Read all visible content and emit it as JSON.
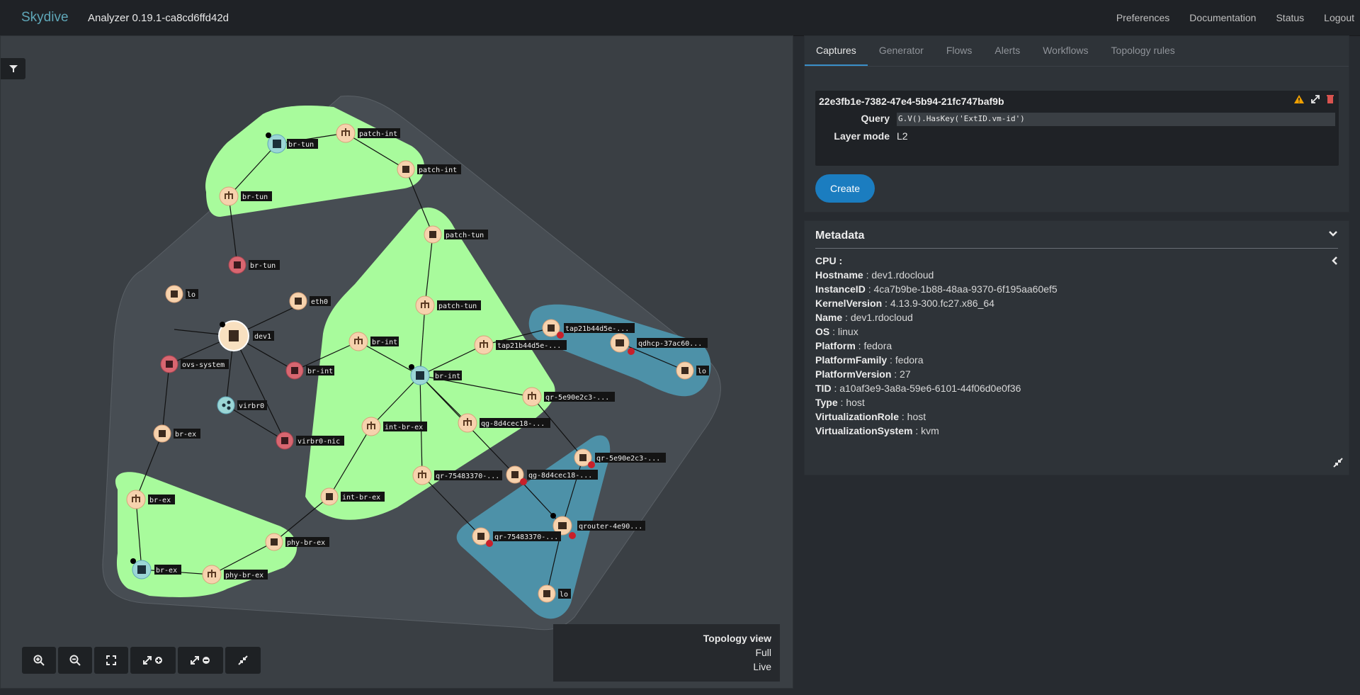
{
  "navbar": {
    "brand": "Skydive",
    "version": "Analyzer 0.19.1-ca8cd6ffd42d",
    "links": [
      "Preferences",
      "Documentation",
      "Status",
      "Logout"
    ]
  },
  "topology": {
    "nodes": [
      {
        "label": "br-tun",
        "icon": "bridge-icon"
      },
      {
        "label": "patch-int",
        "icon": "switch-icon"
      },
      {
        "label": "patch-int",
        "icon": "interface-icon"
      },
      {
        "label": "br-tun",
        "icon": "switch-icon"
      },
      {
        "label": "br-tun",
        "icon": "interface-icon"
      },
      {
        "label": "lo",
        "icon": "interface-icon"
      },
      {
        "label": "eth0",
        "icon": "interface-icon"
      },
      {
        "label": "dev1",
        "icon": "host-icon"
      },
      {
        "label": "ovs-system",
        "icon": "interface-icon"
      },
      {
        "label": "virbr0",
        "icon": "share-icon"
      },
      {
        "label": "virbr0-nic",
        "icon": "interface-icon"
      },
      {
        "label": "br-ex",
        "icon": "interface-icon"
      },
      {
        "label": "br-ex",
        "icon": "switch-icon"
      },
      {
        "label": "br-ex",
        "icon": "bridge-icon"
      },
      {
        "label": "phy-br-ex",
        "icon": "switch-icon"
      },
      {
        "label": "phy-br-ex",
        "icon": "interface-icon"
      },
      {
        "label": "patch-tun",
        "icon": "interface-icon"
      },
      {
        "label": "patch-tun",
        "icon": "switch-icon"
      },
      {
        "label": "br-int",
        "icon": "switch-icon"
      },
      {
        "label": "br-int",
        "icon": "interface-icon"
      },
      {
        "label": "br-int",
        "icon": "bridge-icon"
      },
      {
        "label": "tap21b44d5e-...",
        "icon": "switch-icon"
      },
      {
        "label": "tap21b44d5e-...",
        "icon": "interface-icon"
      },
      {
        "label": "qdhcp-37ac60...",
        "icon": "namespace-icon"
      },
      {
        "label": "lo",
        "icon": "interface-icon"
      },
      {
        "label": "qr-5e90e2c3-...",
        "icon": "switch-icon"
      },
      {
        "label": "qg-8d4cec18-...",
        "icon": "switch-icon"
      },
      {
        "label": "int-br-ex",
        "icon": "switch-icon"
      },
      {
        "label": "int-br-ex",
        "icon": "interface-icon"
      },
      {
        "label": "qr-75483370-...",
        "icon": "switch-icon"
      },
      {
        "label": "qr-5e90e2c3-...",
        "icon": "interface-icon"
      },
      {
        "label": "qg-8d4cec18-...",
        "icon": "interface-icon"
      },
      {
        "label": "qrouter-4e90...",
        "icon": "namespace-icon"
      },
      {
        "label": "qr-75483370-...",
        "icon": "interface-icon"
      },
      {
        "label": "lo",
        "icon": "interface-icon"
      }
    ],
    "view": {
      "title": "Topology view",
      "mode": "Full",
      "time": "Live"
    }
  },
  "captures": {
    "tabs": [
      "Captures",
      "Generator",
      "Flows",
      "Alerts",
      "Workflows",
      "Topology rules"
    ],
    "active_tab": "Captures",
    "item": {
      "id": "22e3fb1e-7382-47e4-5b94-21fc747baf9b",
      "query_label": "Query",
      "query": "G.V().HasKey('ExtID.vm-id')",
      "layer_label": "Layer mode",
      "layer": "L2"
    },
    "create_label": "Create"
  },
  "metadata": {
    "title": "Metadata",
    "rows": [
      {
        "key": "CPU",
        "value": ""
      },
      {
        "key": "Hostname",
        "value": "dev1.rdocloud"
      },
      {
        "key": "InstanceID",
        "value": "4ca7b9be-1b88-48aa-9370-6f195aa60ef5"
      },
      {
        "key": "KernelVersion",
        "value": "4.13.9-300.fc27.x86_64"
      },
      {
        "key": "Name",
        "value": "dev1.rdocloud"
      },
      {
        "key": "OS",
        "value": "linux"
      },
      {
        "key": "Platform",
        "value": "fedora"
      },
      {
        "key": "PlatformFamily",
        "value": "fedora"
      },
      {
        "key": "PlatformVersion",
        "value": "27"
      },
      {
        "key": "TID",
        "value": "a10af3e9-3a8a-59e6-6101-44f06d0e0f36"
      },
      {
        "key": "Type",
        "value": "host"
      },
      {
        "key": "VirtualizationRole",
        "value": "host"
      },
      {
        "key": "VirtualizationSystem",
        "value": "kvm"
      }
    ]
  },
  "colors": {
    "accent": "#1b7dc0",
    "group_green": "#a8fb9c",
    "group_blue": "#4d91a8",
    "node_peach": "#f6d2ad",
    "node_red": "#d86670",
    "node_teal": "#9bd6d6"
  }
}
